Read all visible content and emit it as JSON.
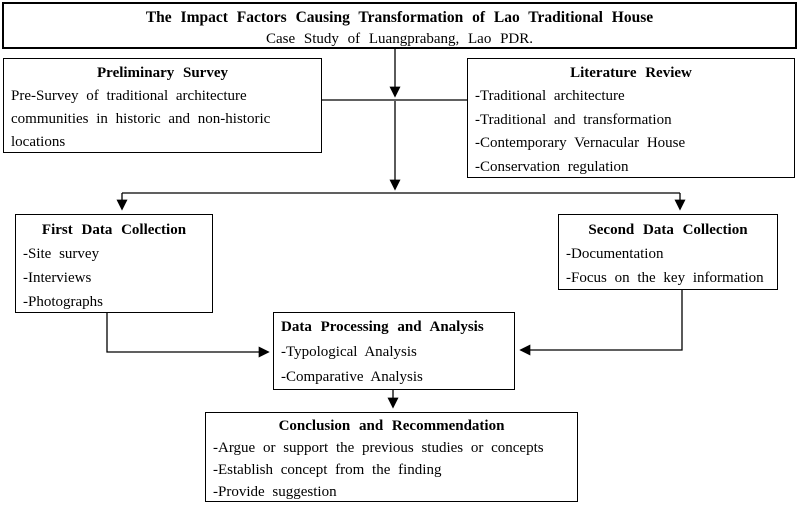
{
  "colors": {
    "background": "#ffffff",
    "border": "#000000",
    "text": "#000000"
  },
  "title_box": {
    "title": "The Impact Factors Causing Transformation of Lao Traditional House",
    "subtitle": "Case Study of Luangprabang, Lao PDR."
  },
  "boxes": {
    "preliminary": {
      "header": "Preliminary Survey",
      "body": "Pre-Survey of traditional architecture communities in historic and non-historic locations"
    },
    "literature": {
      "header": "Literature Review",
      "items": [
        "-Traditional architecture",
        "-Traditional and transformation",
        "-Contemporary Vernacular House",
        "-Conservation regulation"
      ]
    },
    "first_data": {
      "header": "First Data Collection",
      "items": [
        "-Site survey",
        "-Interviews",
        "-Photographs"
      ]
    },
    "second_data": {
      "header": "Second Data Collection",
      "items": [
        "-Documentation",
        "-Focus on the key information"
      ]
    },
    "processing": {
      "header": "Data Processing and Analysis",
      "items": [
        "-Typological Analysis",
        "-Comparative Analysis"
      ]
    },
    "conclusion": {
      "header": "Conclusion and Recommendation",
      "items": [
        "-Argue or support the previous studies or concepts",
        "-Establish concept from the finding",
        "-Provide suggestion"
      ]
    }
  }
}
